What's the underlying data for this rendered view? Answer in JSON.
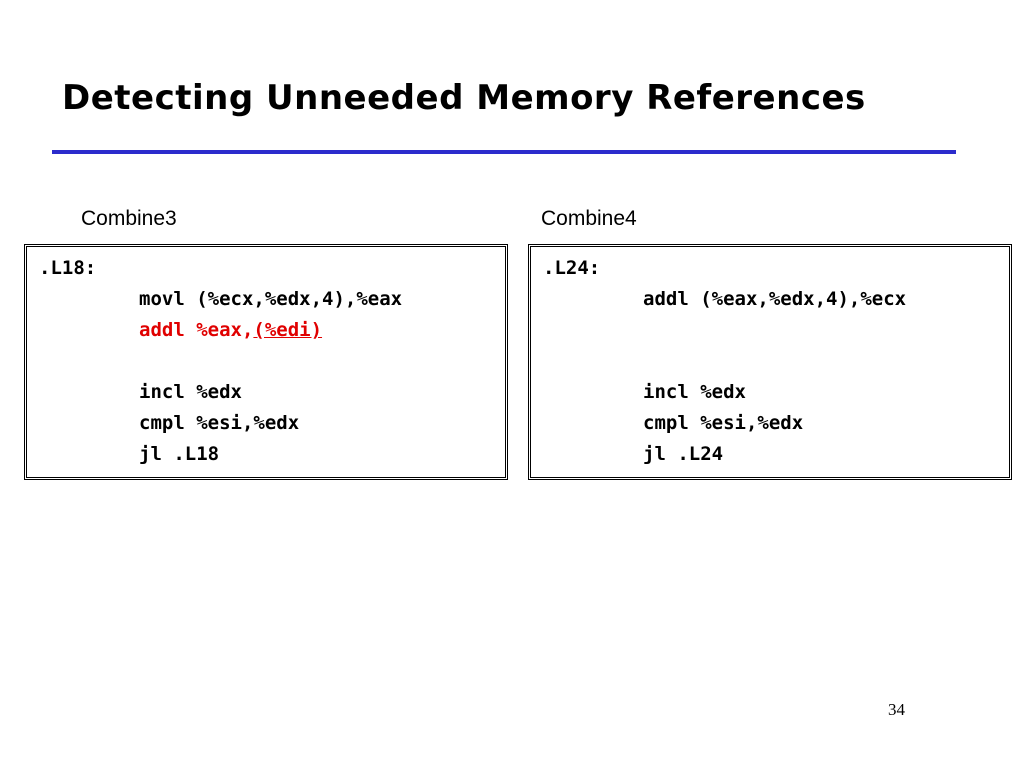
{
  "slide": {
    "title": "Detecting Unneeded Memory References",
    "page_number": "34"
  },
  "left_panel": {
    "label": "Combine3",
    "loop_label": ".L18:",
    "line1": "movl (%ecx,%edx,4),%eax",
    "line2_a": "addl %eax,",
    "line2_b": "(%edi)",
    "line3": "incl %edx",
    "line4": "cmpl %esi,%edx",
    "line5": "jl .L18"
  },
  "right_panel": {
    "label": "Combine4",
    "loop_label": ".L24:",
    "line1": "addl (%eax,%edx,4),%ecx",
    "line3": "incl %edx",
    "line4": "cmpl %esi,%edx",
    "line5": "jl .L24"
  },
  "colors": {
    "title_rule": "#2b2bcc",
    "highlight": "#e00000"
  }
}
